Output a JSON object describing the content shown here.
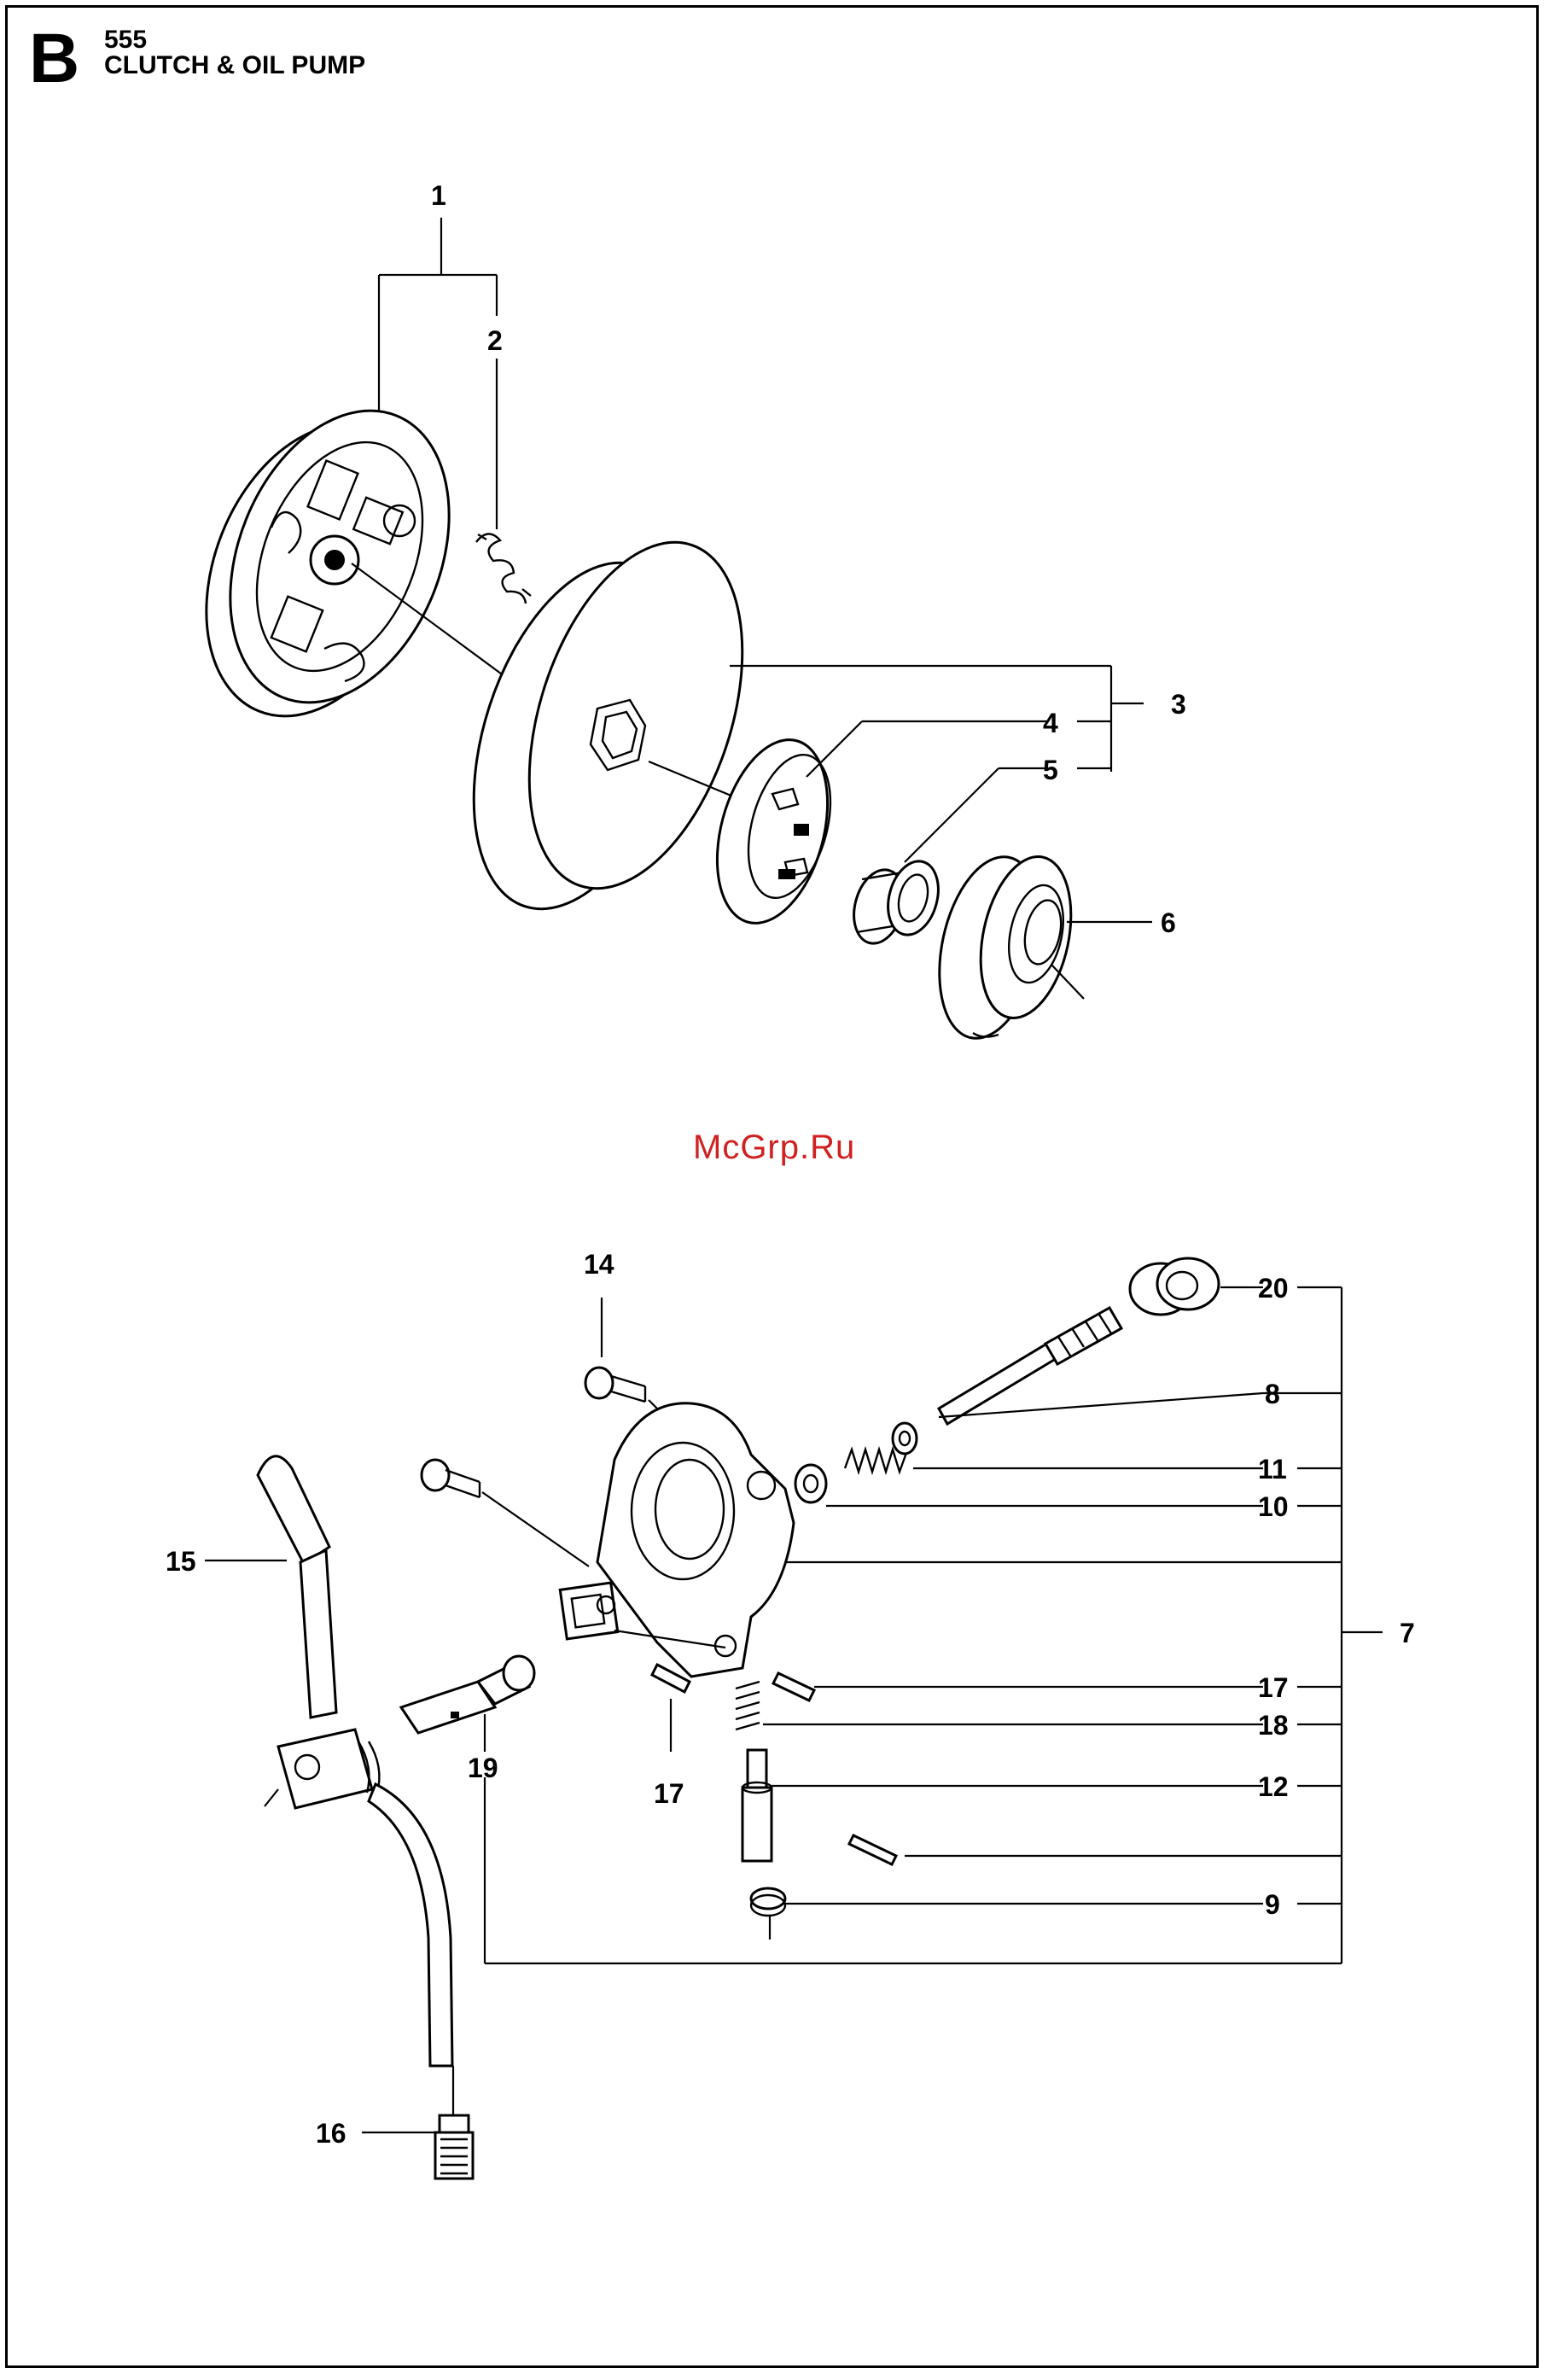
{
  "header": {
    "section_letter": "B",
    "model": "555",
    "title": "CLUTCH & OIL PUMP"
  },
  "watermark": "McGrp.Ru",
  "callouts": {
    "c1": "1",
    "c2": "2",
    "c3": "3",
    "c4": "4",
    "c5": "5",
    "c6": "6",
    "c7": "7",
    "c8": "8",
    "c9": "9",
    "c10": "10",
    "c11": "11",
    "c12": "12",
    "c14": "14",
    "c15": "15",
    "c16": "16",
    "c17a": "17",
    "c17b": "17",
    "c18": "18",
    "c19": "19",
    "c20": "20"
  }
}
